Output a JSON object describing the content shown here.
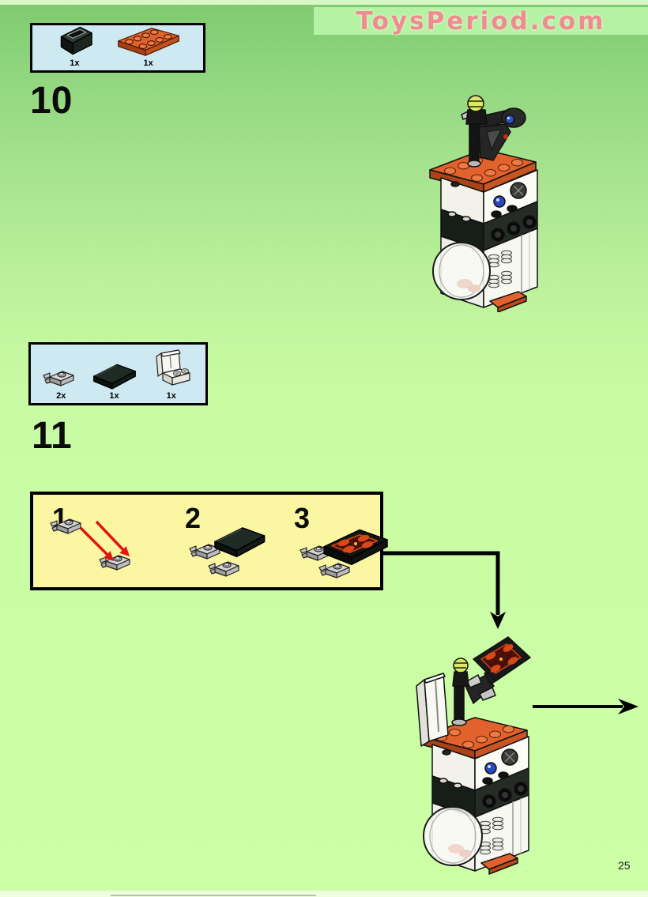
{
  "watermark": {
    "text": "ToysPeriod.com"
  },
  "page": {
    "number": "25"
  },
  "step10": {
    "number": "10",
    "parts": [
      {
        "icon": "black-container-piece",
        "count": "1x"
      },
      {
        "icon": "orange-2x4-plate",
        "count": "1x"
      }
    ]
  },
  "step11": {
    "number": "11",
    "parts": [
      {
        "icon": "gray-clip-plate",
        "count": "2x"
      },
      {
        "icon": "black-2x2-tile",
        "count": "1x"
      },
      {
        "icon": "white-seat-bracket",
        "count": "1x"
      }
    ]
  },
  "callout": {
    "substeps": [
      {
        "number": "1"
      },
      {
        "number": "2"
      },
      {
        "number": "3"
      }
    ]
  },
  "colors": {
    "background_top": "#7ec96e",
    "background_bottom": "#cdffa7",
    "watermark_band": "#b5f2a3",
    "watermark_text": "#ee8d90",
    "parts_box_bg": "#cfe9f2",
    "callout_bg": "#fbf6a2",
    "lego_orange": "#e2622d",
    "arrow_red": "#e01510",
    "line_black": "#000000"
  }
}
